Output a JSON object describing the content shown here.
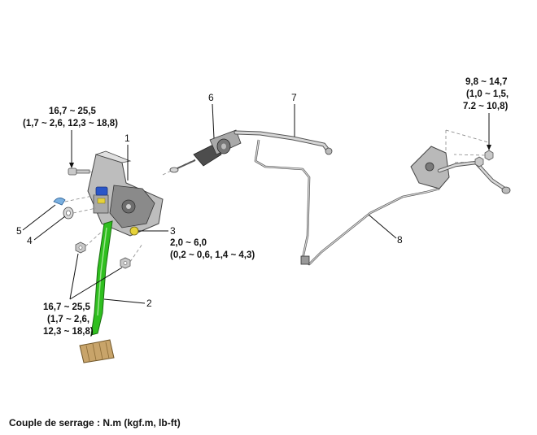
{
  "callouts": {
    "c1": "1",
    "c2": "2",
    "c3": "3",
    "c4": "4",
    "c5": "5",
    "c6": "6",
    "c7": "7",
    "c8": "8"
  },
  "torque_specs": {
    "bracket_bolt": {
      "line1": "16,7 ~ 25,5",
      "line2": "(1,7 ~ 2,6, 12,3 ~ 18,8)"
    },
    "pedal_nuts": {
      "line1": "16,7 ~ 25,5",
      "line2": "(1,7 ~ 2,6,",
      "line3": "12,3 ~ 18,8)"
    },
    "switch": {
      "line1": "2,0 ~ 6,0",
      "line2": "(0,2 ~ 0,6, 1,4 ~ 4,3)"
    },
    "concentric_mount": {
      "line1": "9,8 ~ 14,7",
      "line2": "(1,0 ~ 1,5,",
      "line3": "7.2 ~ 10,8)"
    }
  },
  "footer": {
    "caption": "Couple de serrage : N.m (kgf.m, lb-ft)"
  },
  "colors": {
    "pedal_arm": "#2fbf1f",
    "pedal_pad": "#c8a46a",
    "connector": "#2a56c8",
    "metal": "#c9c9c9"
  }
}
